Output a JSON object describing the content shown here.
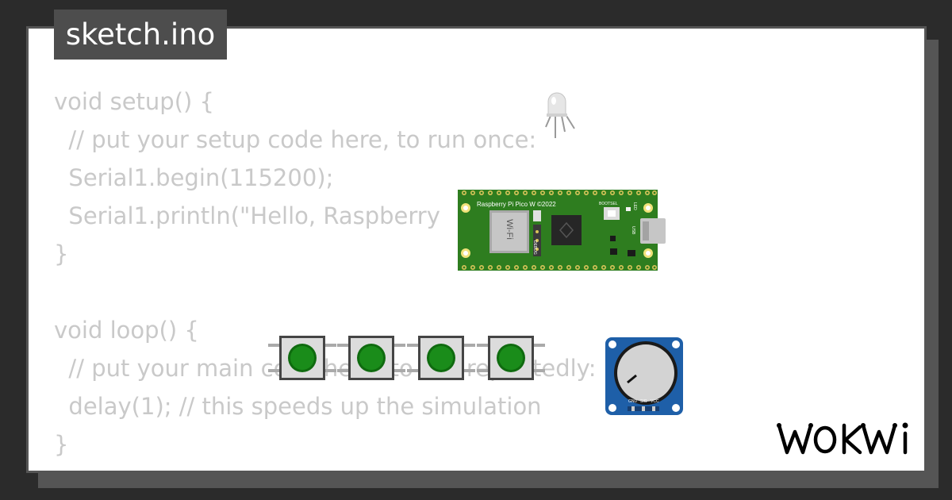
{
  "file_tab": {
    "label": "sketch.ino"
  },
  "code_lines": [
    "void setup() {",
    "  // put your setup code here, to run once:",
    "  Serial1.begin(115200);",
    "  Serial1.println(\"Hello, Raspberry",
    "}",
    "",
    "void loop() {",
    "  // put your main code here, to run repeatedly:",
    "  delay(1); // this speeds up the simulation",
    "}"
  ],
  "board": {
    "title": "Raspberry Pi Pico W ©2022",
    "wifi_label": "Wi-Fi",
    "bootsel_label": "BOOTSEL",
    "debug_label": "DEBUG",
    "led_label": "LED",
    "usb_label": "USB"
  },
  "potentiometer": {
    "pin_labels": [
      "GND",
      "SIG",
      "VCC"
    ]
  },
  "brand": {
    "logo_text": "WOKWI"
  },
  "colors": {
    "background": "#2b2b2b",
    "card": "#ffffff",
    "tab": "#4d4d4d",
    "code_text": "#c9c9c9",
    "board_green": "#2e7d1f",
    "button_green": "#1a8c1a",
    "pot_blue": "#1e5fa8"
  },
  "icons": [
    "rgb-led-icon",
    "pushbutton-icon",
    "potentiometer-icon",
    "raspberry-pi-pico-w-icon",
    "wokwi-logo"
  ]
}
